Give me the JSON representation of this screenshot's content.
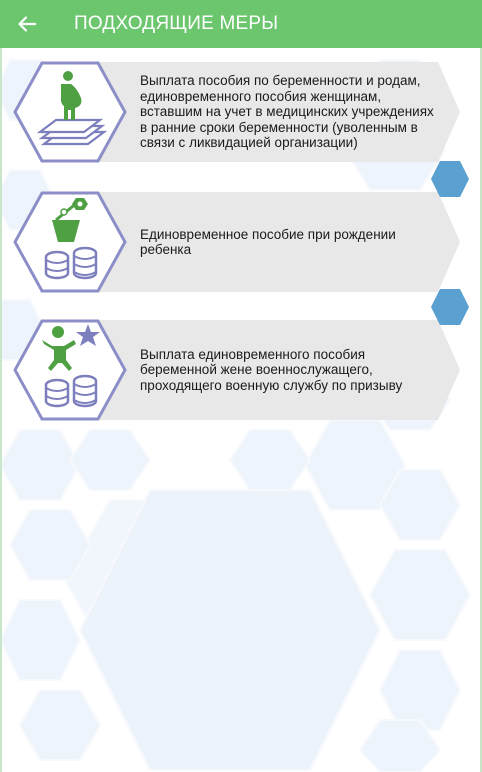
{
  "header": {
    "title": "ПОДХОДЯЩИЕ МЕРЫ",
    "back_icon": "arrow-left-icon"
  },
  "colors": {
    "header_green": "#6cc66e",
    "card_gray": "#e8e8e8",
    "icon_border": "#8c8fc7",
    "icon_green": "#4ea043",
    "icon_purple": "#7d7fbd",
    "accent_blue": "#5aa0d0"
  },
  "measures": [
    {
      "icon": "pregnant-woman-documents-icon",
      "text": "Выплата пособия по беременности и родам, единовременного пособия женщинам, вставшим на учет в медицинских учреждениях в ранние сроки беременности (уволенным в связи с ликвидацией организации)"
    },
    {
      "icon": "baby-carrier-coins-icon",
      "text": "Единовременное пособие при рождении ребенка"
    },
    {
      "icon": "baby-star-coins-icon",
      "text": "Выплата единовременного пособия беременной жене военнослужащего, проходящего военную службу по призыву"
    }
  ]
}
